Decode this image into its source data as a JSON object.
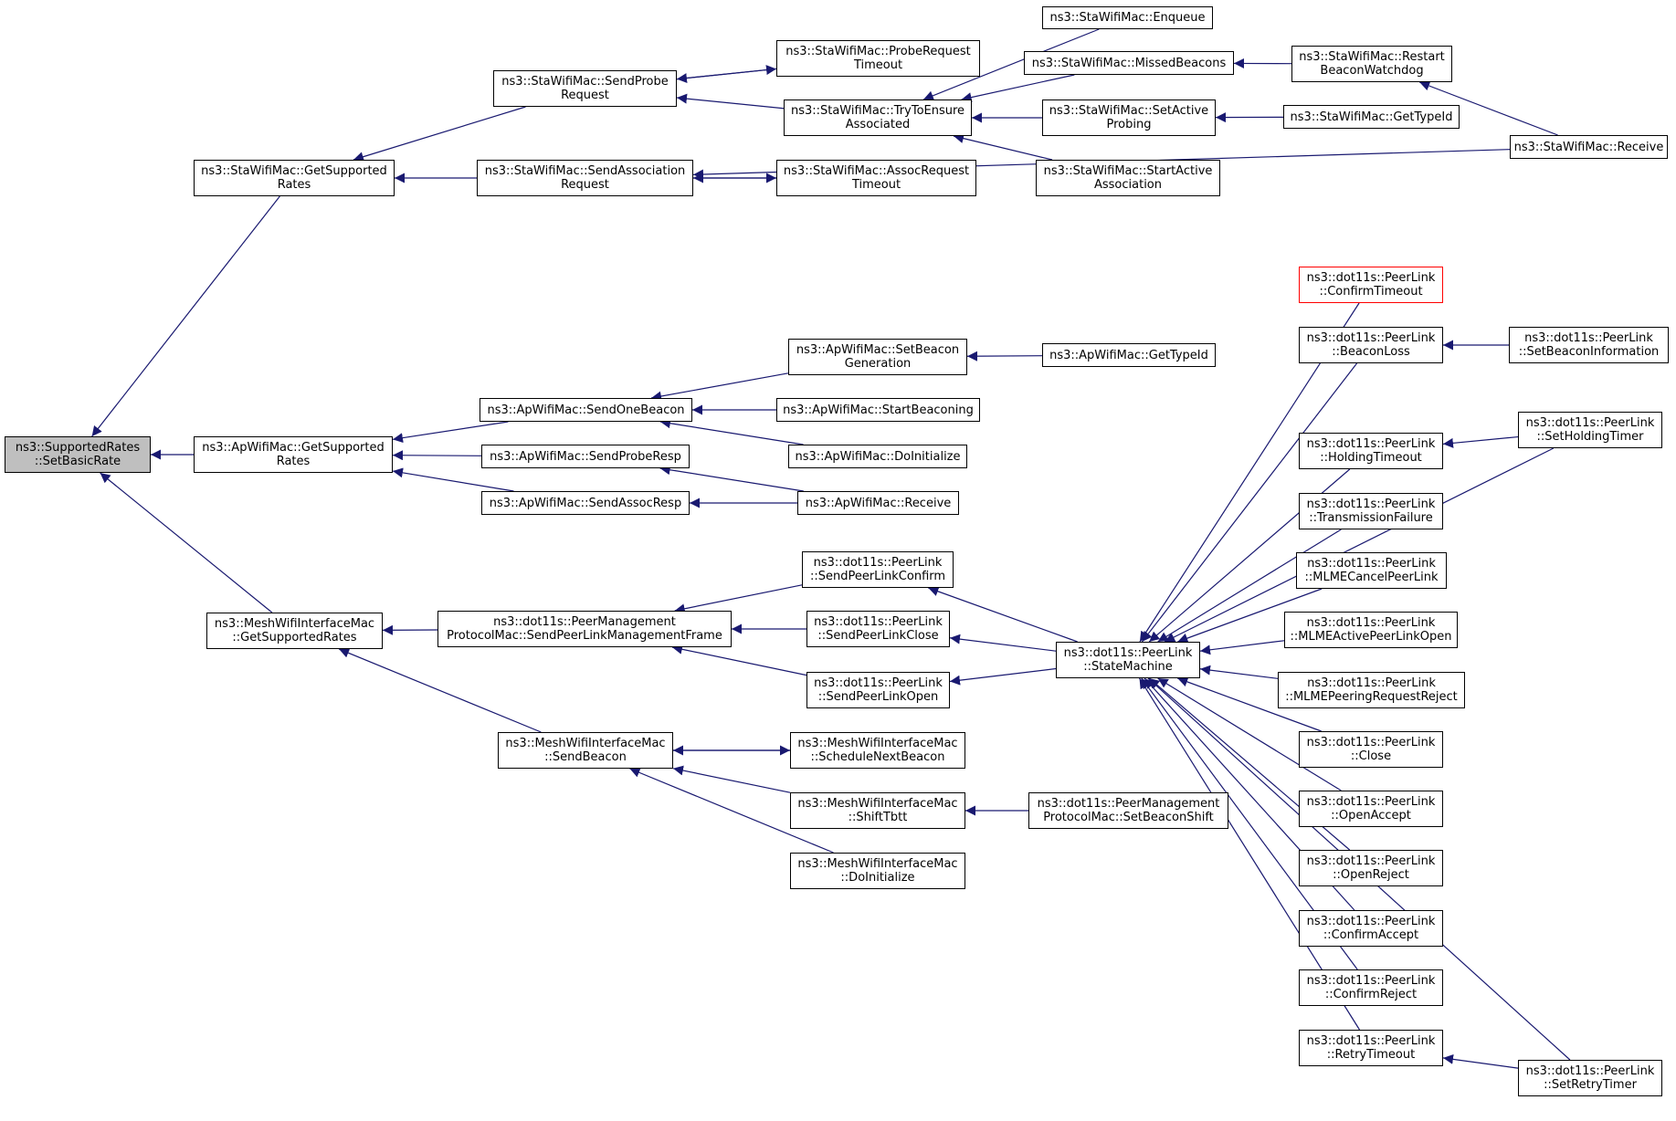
{
  "colors": {
    "edge": "#191970",
    "node_border": "#000000",
    "root_fill": "#bfbfbf",
    "truncated_border": "#ff0000"
  },
  "nodes": {
    "root": {
      "lines": [
        "ns3::SupportedRates",
        "::SetBasicRate"
      ]
    },
    "sta_getsupported": {
      "lines": [
        "ns3::StaWifiMac::GetSupported",
        "Rates"
      ]
    },
    "ap_getsupported": {
      "lines": [
        "ns3::ApWifiMac::GetSupported",
        "Rates"
      ]
    },
    "mesh_getsupported": {
      "lines": [
        "ns3::MeshWifiInterfaceMac",
        "::GetSupportedRates"
      ]
    },
    "sta_sendprobe": {
      "lines": [
        "ns3::StaWifiMac::SendProbe",
        "Request"
      ]
    },
    "sta_sendassoc": {
      "lines": [
        "ns3::StaWifiMac::SendAssociation",
        "Request"
      ]
    },
    "sta_probetimeout": {
      "lines": [
        "ns3::StaWifiMac::ProbeRequest",
        "Timeout"
      ]
    },
    "sta_trytoensure": {
      "lines": [
        "ns3::StaWifiMac::TryToEnsure",
        "Associated"
      ]
    },
    "sta_assoctimeout": {
      "lines": [
        "ns3::StaWifiMac::AssocRequest",
        "Timeout"
      ]
    },
    "sta_enqueue": {
      "lines": [
        "ns3::StaWifiMac::Enqueue"
      ]
    },
    "sta_missedbeacons": {
      "lines": [
        "ns3::StaWifiMac::MissedBeacons"
      ]
    },
    "sta_setactiveprobing": {
      "lines": [
        "ns3::StaWifiMac::SetActive",
        "Probing"
      ]
    },
    "sta_startactive": {
      "lines": [
        "ns3::StaWifiMac::StartActive",
        "Association"
      ]
    },
    "sta_restartbeacon": {
      "lines": [
        "ns3::StaWifiMac::Restart",
        "BeaconWatchdog"
      ]
    },
    "sta_gettypeid": {
      "lines": [
        "ns3::StaWifiMac::GetTypeId"
      ]
    },
    "sta_receive": {
      "lines": [
        "ns3::StaWifiMac::Receive"
      ]
    },
    "ap_sendonebeacon": {
      "lines": [
        "ns3::ApWifiMac::SendOneBeacon"
      ]
    },
    "ap_sendproberesp": {
      "lines": [
        "ns3::ApWifiMac::SendProbeResp"
      ]
    },
    "ap_sendassocresp": {
      "lines": [
        "ns3::ApWifiMac::SendAssocResp"
      ]
    },
    "ap_setbeacongen": {
      "lines": [
        "ns3::ApWifiMac::SetBeacon",
        "Generation"
      ]
    },
    "ap_startbeaconing": {
      "lines": [
        "ns3::ApWifiMac::StartBeaconing"
      ]
    },
    "ap_doinitialize": {
      "lines": [
        "ns3::ApWifiMac::DoInitialize"
      ]
    },
    "ap_receive": {
      "lines": [
        "ns3::ApWifiMac::Receive"
      ]
    },
    "ap_gettypeid": {
      "lines": [
        "ns3::ApWifiMac::GetTypeId"
      ]
    },
    "pmp_sendpeerlinkmgmt": {
      "lines": [
        "ns3::dot11s::PeerManagement",
        "ProtocolMac::SendPeerLinkManagementFrame"
      ]
    },
    "mesh_sendbeacon": {
      "lines": [
        "ns3::MeshWifiInterfaceMac",
        "::SendBeacon"
      ]
    },
    "pl_sendconfirm": {
      "lines": [
        "ns3::dot11s::PeerLink",
        "::SendPeerLinkConfirm"
      ]
    },
    "pl_sendclose": {
      "lines": [
        "ns3::dot11s::PeerLink",
        "::SendPeerLinkClose"
      ]
    },
    "pl_sendopen": {
      "lines": [
        "ns3::dot11s::PeerLink",
        "::SendPeerLinkOpen"
      ]
    },
    "mesh_schedulenext": {
      "lines": [
        "ns3::MeshWifiInterfaceMac",
        "::ScheduleNextBeacon"
      ]
    },
    "mesh_shifttbtt": {
      "lines": [
        "ns3::MeshWifiInterfaceMac",
        "::ShiftTbtt"
      ]
    },
    "mesh_doinitialize": {
      "lines": [
        "ns3::MeshWifiInterfaceMac",
        "::DoInitialize"
      ]
    },
    "pmp_setbeaconshift": {
      "lines": [
        "ns3::dot11s::PeerManagement",
        "ProtocolMac::SetBeaconShift"
      ]
    },
    "pl_statemachine": {
      "lines": [
        "ns3::dot11s::PeerLink",
        "::StateMachine"
      ]
    },
    "pl_confirmtimeout": {
      "lines": [
        "ns3::dot11s::PeerLink",
        "::ConfirmTimeout"
      ]
    },
    "pl_beaconloss": {
      "lines": [
        "ns3::dot11s::PeerLink",
        "::BeaconLoss"
      ]
    },
    "pl_holdingtimeout": {
      "lines": [
        "ns3::dot11s::PeerLink",
        "::HoldingTimeout"
      ]
    },
    "pl_transmissionfailure": {
      "lines": [
        "ns3::dot11s::PeerLink",
        "::TransmissionFailure"
      ]
    },
    "pl_mlmecancel": {
      "lines": [
        "ns3::dot11s::PeerLink",
        "::MLMECancelPeerLink"
      ]
    },
    "pl_mlmeactive": {
      "lines": [
        "ns3::dot11s::PeerLink",
        "::MLMEActivePeerLinkOpen"
      ]
    },
    "pl_mlmepeeringreject": {
      "lines": [
        "ns3::dot11s::PeerLink",
        "::MLMEPeeringRequestReject"
      ]
    },
    "pl_close": {
      "lines": [
        "ns3::dot11s::PeerLink",
        "::Close"
      ]
    },
    "pl_openaccept": {
      "lines": [
        "ns3::dot11s::PeerLink",
        "::OpenAccept"
      ]
    },
    "pl_openreject": {
      "lines": [
        "ns3::dot11s::PeerLink",
        "::OpenReject"
      ]
    },
    "pl_confirmaccept": {
      "lines": [
        "ns3::dot11s::PeerLink",
        "::ConfirmAccept"
      ]
    },
    "pl_confirmreject": {
      "lines": [
        "ns3::dot11s::PeerLink",
        "::ConfirmReject"
      ]
    },
    "pl_retrytimeout": {
      "lines": [
        "ns3::dot11s::PeerLink",
        "::RetryTimeout"
      ]
    },
    "pl_setbeaconinfo": {
      "lines": [
        "ns3::dot11s::PeerLink",
        "::SetBeaconInformation"
      ]
    },
    "pl_setholdingtimer": {
      "lines": [
        "ns3::dot11s::PeerLink",
        "::SetHoldingTimer"
      ]
    },
    "pl_setretrytimer": {
      "lines": [
        "ns3::dot11s::PeerLink",
        "::SetRetryTimer"
      ]
    }
  },
  "edges": [
    [
      "sta_getsupported",
      "root"
    ],
    [
      "ap_getsupported",
      "root"
    ],
    [
      "mesh_getsupported",
      "root"
    ],
    [
      "sta_sendprobe",
      "sta_getsupported"
    ],
    [
      "sta_sendassoc",
      "sta_getsupported"
    ],
    [
      "sta_probetimeout",
      "sta_sendprobe"
    ],
    [
      "sta_trytoensure",
      "sta_sendprobe"
    ],
    [
      "sta_assoctimeout",
      "sta_sendassoc"
    ],
    [
      "sta_receive",
      "sta_sendassoc"
    ],
    [
      "sta_sendprobe",
      "sta_probetimeout"
    ],
    [
      "sta_sendassoc",
      "sta_assoctimeout"
    ],
    [
      "sta_enqueue",
      "sta_trytoensure"
    ],
    [
      "sta_missedbeacons",
      "sta_trytoensure"
    ],
    [
      "sta_setactiveprobing",
      "sta_trytoensure"
    ],
    [
      "sta_startactive",
      "sta_trytoensure"
    ],
    [
      "sta_restartbeacon",
      "sta_missedbeacons"
    ],
    [
      "sta_gettypeid",
      "sta_setactiveprobing"
    ],
    [
      "sta_receive",
      "sta_restartbeacon"
    ],
    [
      "ap_sendonebeacon",
      "ap_getsupported"
    ],
    [
      "ap_sendproberesp",
      "ap_getsupported"
    ],
    [
      "ap_sendassocresp",
      "ap_getsupported"
    ],
    [
      "ap_setbeacongen",
      "ap_sendonebeacon"
    ],
    [
      "ap_startbeaconing",
      "ap_sendonebeacon"
    ],
    [
      "ap_doinitialize",
      "ap_sendonebeacon"
    ],
    [
      "ap_receive",
      "ap_sendproberesp"
    ],
    [
      "ap_receive",
      "ap_sendassocresp"
    ],
    [
      "ap_gettypeid",
      "ap_setbeacongen"
    ],
    [
      "pmp_sendpeerlinkmgmt",
      "mesh_getsupported"
    ],
    [
      "mesh_sendbeacon",
      "mesh_getsupported"
    ],
    [
      "pl_sendconfirm",
      "pmp_sendpeerlinkmgmt"
    ],
    [
      "pl_sendclose",
      "pmp_sendpeerlinkmgmt"
    ],
    [
      "pl_sendopen",
      "pmp_sendpeerlinkmgmt"
    ],
    [
      "mesh_schedulenext",
      "mesh_sendbeacon"
    ],
    [
      "mesh_shifttbtt",
      "mesh_sendbeacon"
    ],
    [
      "mesh_doinitialize",
      "mesh_sendbeacon"
    ],
    [
      "mesh_sendbeacon",
      "mesh_schedulenext"
    ],
    [
      "pmp_setbeaconshift",
      "mesh_shifttbtt"
    ],
    [
      "pl_statemachine",
      "pl_sendconfirm"
    ],
    [
      "pl_statemachine",
      "pl_sendclose"
    ],
    [
      "pl_statemachine",
      "pl_sendopen"
    ],
    [
      "pl_confirmtimeout",
      "pl_statemachine"
    ],
    [
      "pl_beaconloss",
      "pl_statemachine"
    ],
    [
      "pl_holdingtimeout",
      "pl_statemachine"
    ],
    [
      "pl_transmissionfailure",
      "pl_statemachine"
    ],
    [
      "pl_mlmecancel",
      "pl_statemachine"
    ],
    [
      "pl_mlmeactive",
      "pl_statemachine"
    ],
    [
      "pl_mlmepeeringreject",
      "pl_statemachine"
    ],
    [
      "pl_close",
      "pl_statemachine"
    ],
    [
      "pl_openaccept",
      "pl_statemachine"
    ],
    [
      "pl_openreject",
      "pl_statemachine"
    ],
    [
      "pl_confirmaccept",
      "pl_statemachine"
    ],
    [
      "pl_confirmreject",
      "pl_statemachine"
    ],
    [
      "pl_retrytimeout",
      "pl_statemachine"
    ],
    [
      "pl_setholdingtimer",
      "pl_statemachine"
    ],
    [
      "pl_setretrytimer",
      "pl_statemachine"
    ],
    [
      "pl_setbeaconinfo",
      "pl_beaconloss"
    ],
    [
      "pl_setholdingtimer",
      "pl_holdingtimeout"
    ],
    [
      "pl_setretrytimer",
      "pl_retrytimeout"
    ]
  ]
}
